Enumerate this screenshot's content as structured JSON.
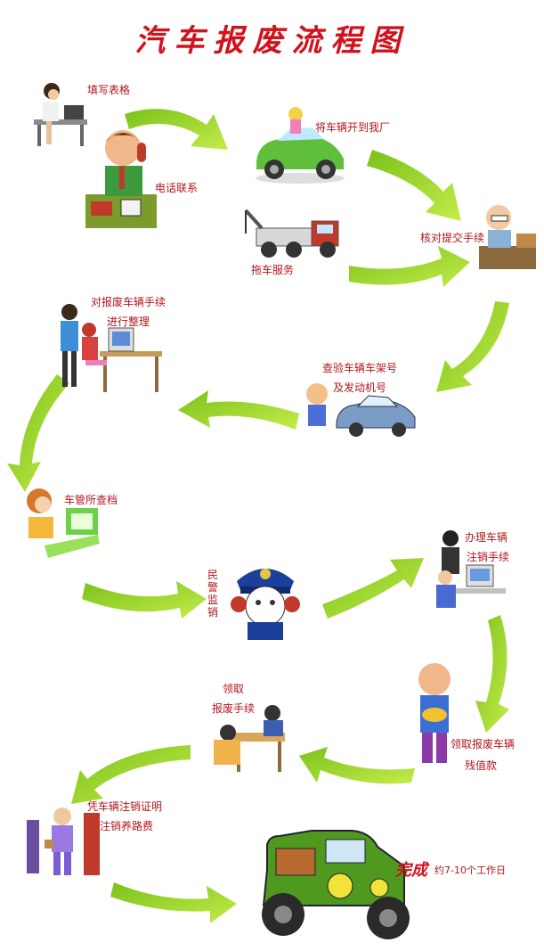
{
  "title": "汽车报废流程图",
  "colors": {
    "title": "#d0121b",
    "label": "#b3161c",
    "arrow": "#a6d82b"
  },
  "steps": {
    "fill_form": "填写表格",
    "phone_contact": "电话联系",
    "drive_to_factory": "将车辆开到我厂",
    "towing": "拖车服务",
    "verify_submit": "核对提交手续",
    "organize_line1": "对报废车辆手续",
    "organize_line2": "进行整理",
    "check_line1": "查验车辆车架号",
    "check_line2": "及发动机号",
    "dmv_archive": "车管所查档",
    "police_chars": [
      "民",
      "警",
      "监",
      "销"
    ],
    "cancel_line1": "办理车辆",
    "cancel_line2": "注销手续",
    "receive_docs_line1": "领取",
    "receive_docs_line2": "报废手续",
    "payment_line1": "领取报废车辆",
    "payment_line2": "残值款",
    "certificate_line1": "凭车辆注销证明",
    "certificate_line2": "注销养路费",
    "complete": "完成",
    "complete_note": "约7-10个工作日"
  }
}
